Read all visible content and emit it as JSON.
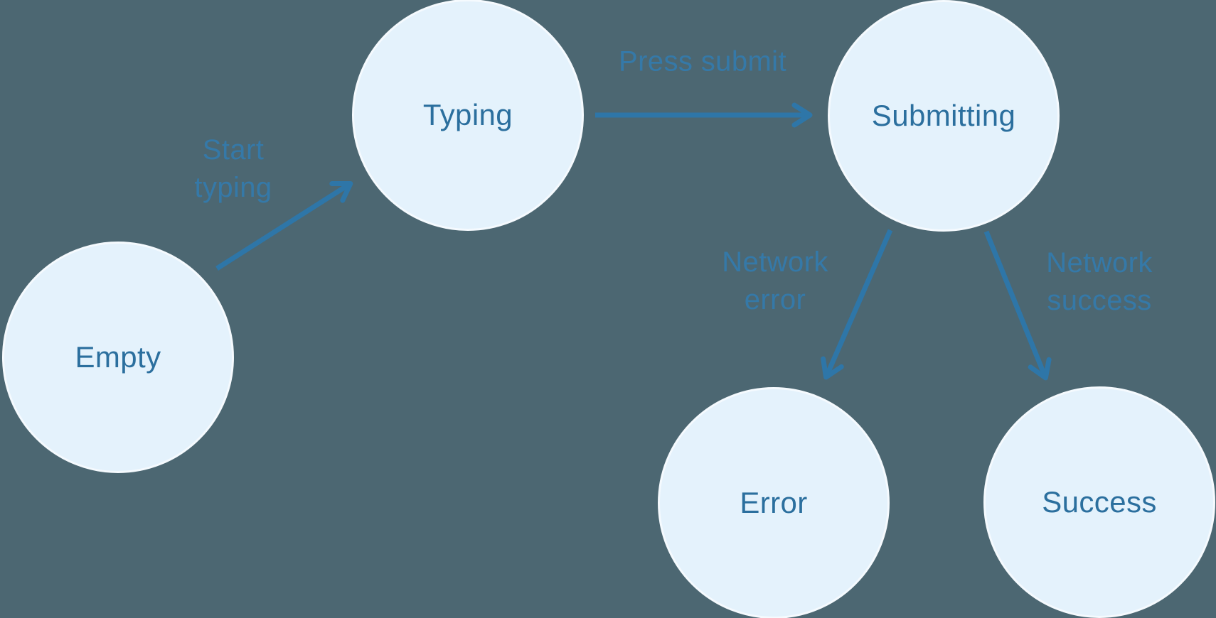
{
  "diagram": {
    "type": "state-machine",
    "colors": {
      "background": "#4C6772",
      "node_fill": "#E4F2FC",
      "node_border": "#F5FAFE",
      "node_text": "#2B6F9E",
      "edge": "#2E76A8",
      "edge_label": "#3579A8"
    },
    "nodes": [
      {
        "id": "empty",
        "label": "Empty"
      },
      {
        "id": "typing",
        "label": "Typing"
      },
      {
        "id": "submitting",
        "label": "Submitting"
      },
      {
        "id": "error",
        "label": "Error"
      },
      {
        "id": "success",
        "label": "Success"
      }
    ],
    "edges": [
      {
        "from": "empty",
        "to": "typing",
        "label": "Start\ntyping"
      },
      {
        "from": "typing",
        "to": "submitting",
        "label": "Press submit"
      },
      {
        "from": "submitting",
        "to": "error",
        "label": "Network\nerror"
      },
      {
        "from": "submitting",
        "to": "success",
        "label": "Network\nsuccess"
      }
    ]
  }
}
